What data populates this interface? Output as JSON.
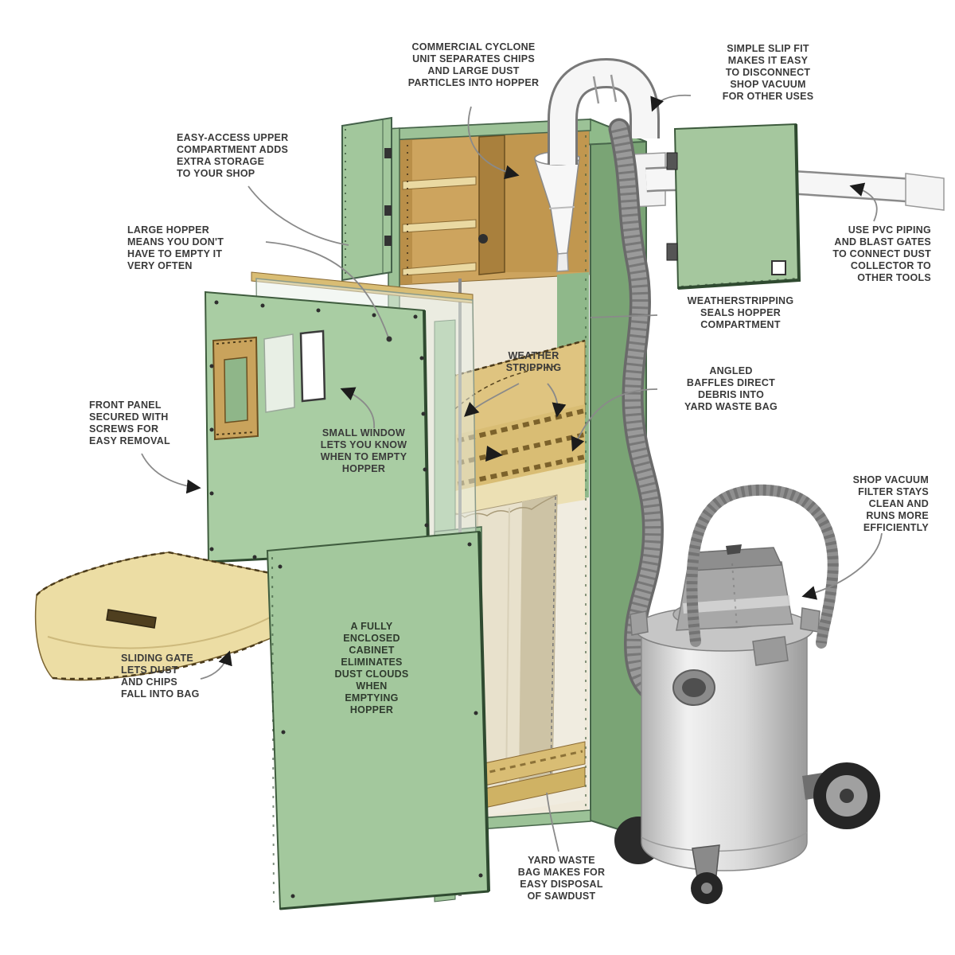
{
  "figure": {
    "type": "cutaway-diagram",
    "subject": "Dust collector cabinet with commercial cyclone separator and shop vacuum",
    "background": "#ffffff"
  },
  "labels": {
    "cyclone": {
      "text": "COMMERCIAL CYCLONE\nUNIT SEPARATES CHIPS\nAND LARGE DUST\nPARTICLES INTO HOPPER"
    },
    "slip_fit": {
      "text": "SIMPLE SLIP FIT\nMAKES IT EASY\nTO DISCONNECT\nSHOP VACUUM\nFOR OTHER USES"
    },
    "upper_compartment": {
      "text": "EASY-ACCESS UPPER\nCOMPARTMENT ADDS\nEXTRA STORAGE\nTO YOUR SHOP"
    },
    "large_hopper": {
      "text": "LARGE HOPPER\nMEANS YOU DON'T\nHAVE TO EMPTY IT\nVERY OFTEN"
    },
    "pvc_piping": {
      "text": "USE PVC PIPING\nAND BLAST GATES\nTO CONNECT DUST\nCOLLECTOR TO\nOTHER TOOLS"
    },
    "weatherstripping_seals": {
      "text": "WEATHERSTRIPPING\nSEALS HOPPER\nCOMPARTMENT"
    },
    "weather_stripping": {
      "text": "WEATHER\nSTRIPPING"
    },
    "angled_baffles": {
      "text": "ANGLED\nBAFFLES DIRECT\nDEBRIS INTO\nYARD WASTE BAG"
    },
    "front_panel": {
      "text": "FRONT PANEL\nSECURED WITH\nSCREWS FOR\nEASY REMOVAL"
    },
    "small_window": {
      "text": "SMALL WINDOW\nLETS YOU KNOW\nWHEN TO EMPTY\nHOPPER"
    },
    "shop_vacuum": {
      "text": "SHOP VACUUM\nFILTER STAYS\nCLEAN AND\nRUNS MORE\nEFFICIENTLY"
    },
    "sliding_gate": {
      "text": "SLIDING GATE\nLETS DUST\nAND CHIPS\nFALL INTO BAG"
    },
    "enclosed_cabinet": {
      "text": "A FULLY\nENCLOSED\nCABINET\nELIMINATES\nDUST CLOUDS\nWHEN\nEMPTYING\nHOPPER"
    },
    "yard_waste_bag": {
      "text": "YARD WASTE\nBAG MAKES FOR\nEASY DISPOSAL\nOF SAWDUST"
    }
  },
  "colors": {
    "cabinet_green": "#a9cda3",
    "cabinet_green_dark": "#7aa475",
    "wood": "#d4b371",
    "plywood": "#ecdda4",
    "bag": "#e8e1cc",
    "hose_gray": "#8d8d8d",
    "vacuum_metal": "#d6d6d6",
    "label_text": "#3a3a3a",
    "background": "#ffffff"
  }
}
